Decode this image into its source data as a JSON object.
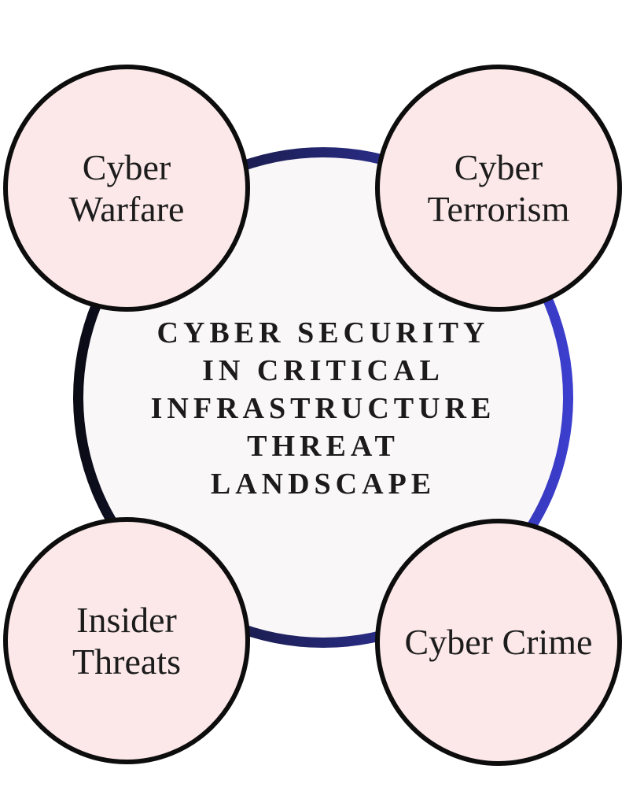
{
  "diagram": {
    "center": {
      "title": "CYBER SECURITY\nIN CRITICAL\nINFRASTRUCTURE\nTHREAT\nLANDSCAPE"
    },
    "nodes": [
      {
        "label": "Cyber\nWarfare"
      },
      {
        "label": "Cyber\nTerrorism"
      },
      {
        "label": "Insider\nThreats"
      },
      {
        "label": "Cyber Crime"
      }
    ],
    "colors": {
      "background": "#ffffff",
      "node_fill": "#fce8e9",
      "node_border": "#0d0d0d",
      "center_fill": "#faf7f9",
      "ring_gradient_left": "#0a0b13",
      "ring_gradient_mid": "#23266e",
      "ring_gradient_right": "#3c3ecf",
      "text": "#1b1b1b"
    }
  }
}
